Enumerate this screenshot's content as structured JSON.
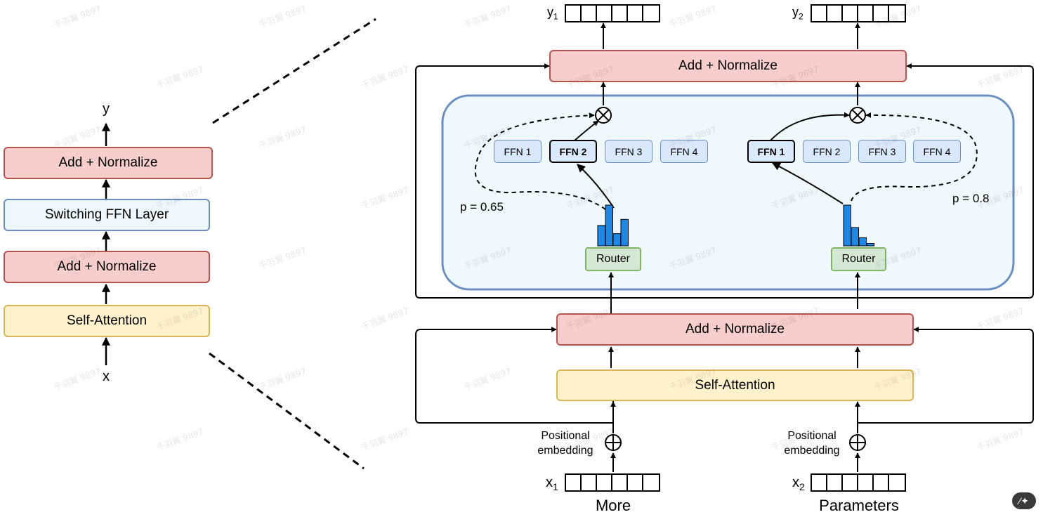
{
  "left_stack": {
    "output_label": "y",
    "input_label": "x",
    "add_norm_top": "Add + Normalize",
    "switching_layer": "Switching FFN Layer",
    "add_norm_bottom": "Add + Normalize",
    "self_attention": "Self-Attention"
  },
  "detail": {
    "add_norm_top": "Add + Normalize",
    "add_norm_mid": "Add + Normalize",
    "self_attention": "Self-Attention",
    "outputs": [
      {
        "label": "y",
        "sub": "1"
      },
      {
        "label": "y",
        "sub": "2"
      }
    ],
    "tokens": [
      {
        "input_label": "x",
        "input_sub": "1",
        "word": "More",
        "positional_embedding": [
          "Positional",
          "embedding"
        ],
        "router": "Router",
        "probability": "p = 0.65",
        "ffns": [
          "FFN 1",
          "FFN 2",
          "FFN 3",
          "FFN 4"
        ],
        "selected_index": 1,
        "router_distribution": [
          0.5,
          1.0,
          0.3,
          0.65
        ]
      },
      {
        "input_label": "x",
        "input_sub": "2",
        "word": "Parameters",
        "positional_embedding": [
          "Positional",
          "embedding"
        ],
        "router": "Router",
        "probability": "p = 0.8",
        "ffns": [
          "FFN 1",
          "FFN 2",
          "FFN 3",
          "FFN 4"
        ],
        "selected_index": 0,
        "router_distribution": [
          1.0,
          0.45,
          0.2,
          0.06
        ]
      }
    ]
  },
  "colors": {
    "norm_fill": "#f8cecc",
    "norm_stroke": "#b85450",
    "attention_fill": "#fff2cc",
    "attention_stroke": "#d6b656",
    "ffn_fill": "#dae8fc",
    "ffn_stroke": "#6c8ebf",
    "router_fill": "#d5e8d4",
    "router_stroke": "#82b366",
    "switch_panel_fill": "#eef8fd",
    "switch_panel_stroke": "#6c8ebf",
    "histogram_bar": "#1e88e5"
  },
  "watermark": "千羽翼 9897",
  "corner_badge_icon": "magic-wand-icon"
}
